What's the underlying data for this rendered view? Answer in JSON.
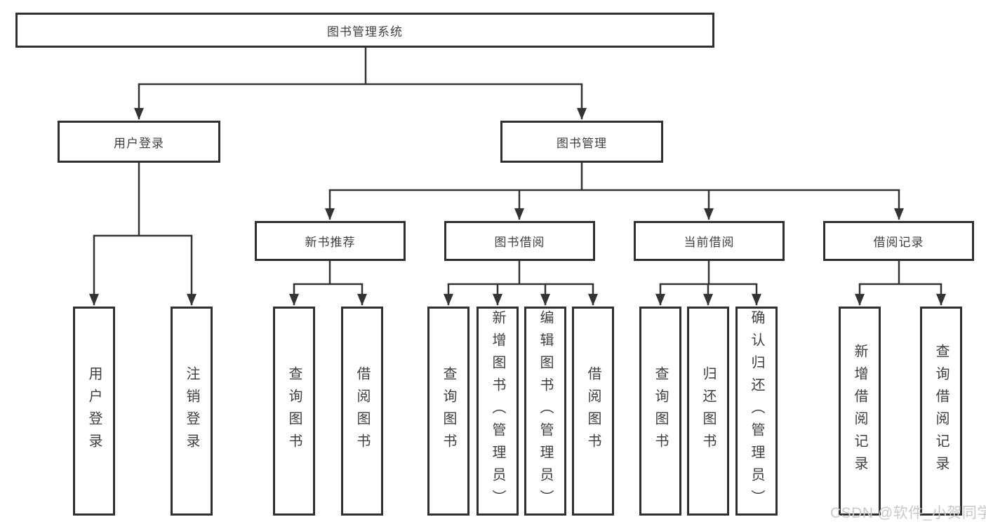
{
  "nodes": {
    "root": "图书管理系统",
    "user_login": "用户登录",
    "book_mgmt": "图书管理",
    "new_book_rec": "新书推荐",
    "book_borrow": "图书借阅",
    "current_borrow": "当前借阅",
    "borrow_records": "借阅记录",
    "ul_user_login": "用户登录",
    "ul_logout": "注销登录",
    "nb_query": "查询图书",
    "nb_borrow": "借阅图书",
    "bb_query": "查询图书",
    "bb_add": "新增图书（管理员）",
    "bb_edit": "编辑图书（管理员）",
    "bb_borrow": "借阅图书",
    "cb_query": "查询图书",
    "cb_return": "归还图书",
    "cb_confirm": "确认归还（管理员）",
    "br_add": "新增借阅记录",
    "br_query": "查询借阅记录"
  },
  "watermark": "CSDN @软件_小贺同学",
  "colors": {
    "line": "#333333",
    "box_border": "#303030",
    "text": "#3f3f3f",
    "background": "#ffffff",
    "watermark": "#c9c9c9"
  }
}
